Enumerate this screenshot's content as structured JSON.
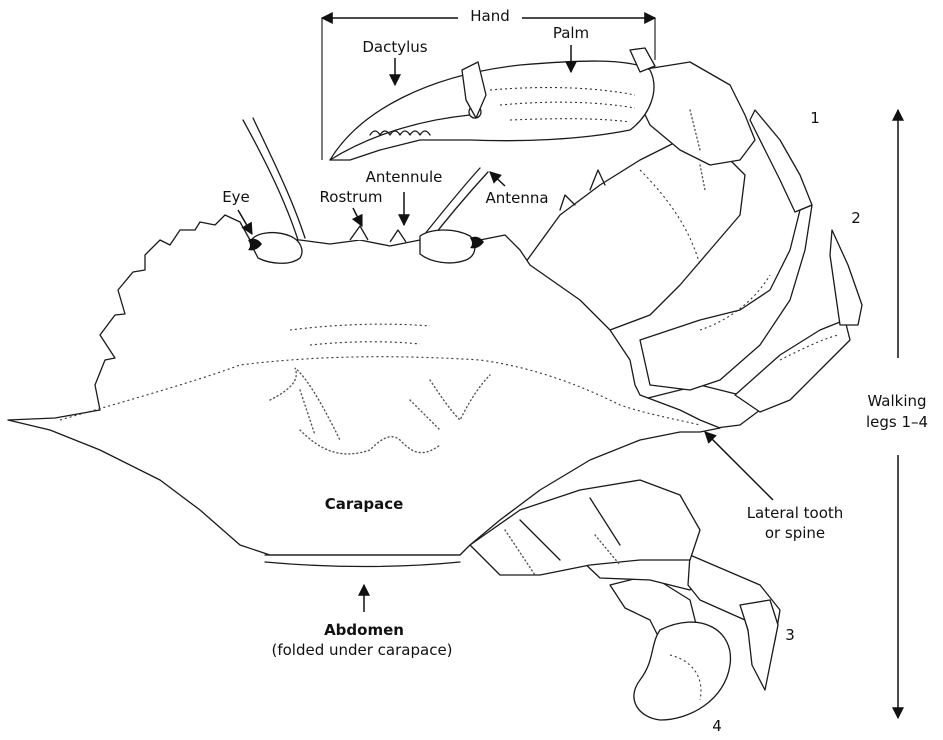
{
  "labels": {
    "hand": "Hand",
    "palm": "Palm",
    "dactylus": "Dactylus",
    "antennule": "Antennule",
    "antenna": "Antenna",
    "eye": "Eye",
    "rostrum": "Rostrum",
    "carapace": "Carapace",
    "abdomen": "Abdomen",
    "abdomen_note": "(folded under carapace)",
    "lateral_tooth_line1": "Lateral tooth",
    "lateral_tooth_line2": "or spine",
    "walking_legs_line1": "Walking",
    "walking_legs_line2": "legs 1–4"
  },
  "leg_numbers": [
    "1",
    "2",
    "3",
    "4"
  ],
  "colors": {
    "ink": "#1a1a1a",
    "background": "#ffffff"
  }
}
